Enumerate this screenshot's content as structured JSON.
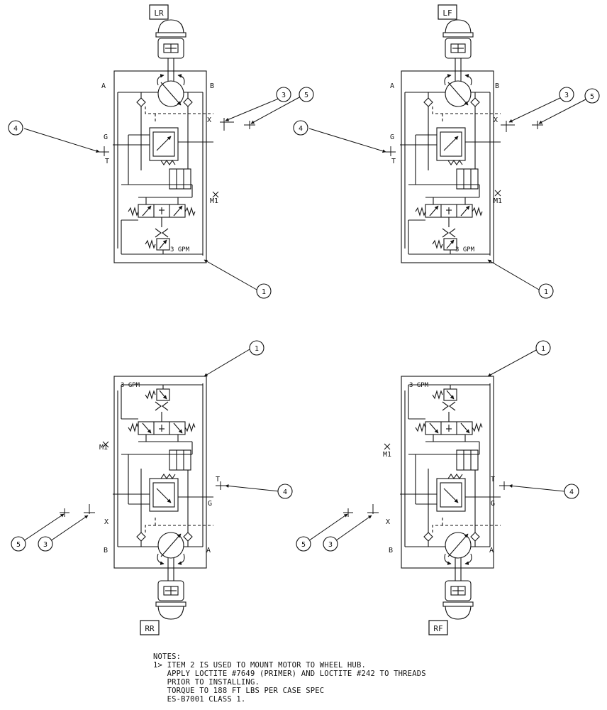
{
  "units": {
    "lr": {
      "label": "LR"
    },
    "lf": {
      "label": "LF"
    },
    "rr": {
      "label": "RR"
    },
    "rf": {
      "label": "RF"
    }
  },
  "ports": {
    "a": "A",
    "b": "B",
    "x": "X",
    "t": "T",
    "g": "G",
    "m1": "M1"
  },
  "flow_rate": "3 GPM",
  "callouts": {
    "c1": "1",
    "c3": "3",
    "c4": "4",
    "c5": "5"
  },
  "notes": {
    "heading": "NOTES:",
    "lines": [
      "1> ITEM 2 IS USED TO MOUNT MOTOR TO WHEEL HUB.",
      "   APPLY LOCTITE #7649 (PRIMER) AND LOCTITE #242 TO THREADS",
      "   PRIOR TO INSTALLING.",
      "   TORQUE TO 188 FT LBS PER CASE SPEC",
      "   ES-B7001 CLASS 1."
    ]
  },
  "colors": {
    "ink": "#111111",
    "background": "#ffffff"
  }
}
